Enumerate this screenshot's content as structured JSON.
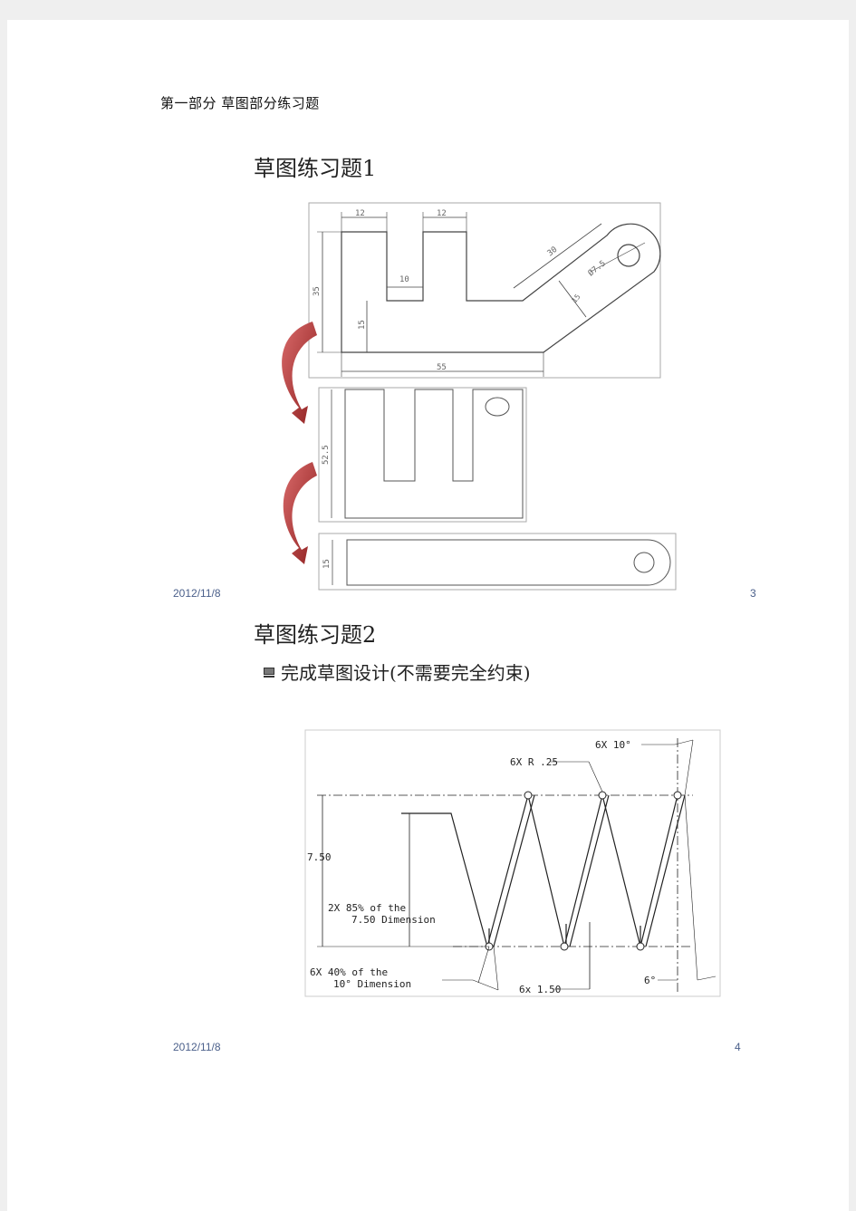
{
  "part_heading": "第一部分    草图部分练习题",
  "slide1": {
    "title": "草图练习题1",
    "dims": {
      "top_left_width": "12",
      "top_right_width": "12",
      "angled_length": "30",
      "hole_diameter": "Ø7.5",
      "arm_width": "15",
      "total_height": "35",
      "slot_width": "10",
      "inner_height": "15",
      "total_width": "55",
      "front_height": "52.5",
      "side_height": "15"
    },
    "footer_date": "2012/11/8",
    "page_number": "3"
  },
  "slide2": {
    "title": "草图练习题2",
    "bullet": "完成草图设计(不需要完全约束)",
    "dims": {
      "angle_top": "6X 10°",
      "radius": "6X R .25",
      "height": "7.50",
      "pct_line1": "2X 85% of the",
      "pct_line2": "7.50 Dimension",
      "pct40_line1": "6X 40% of the",
      "pct40_line2": "10° Dimension",
      "spacing": "6x 1.50",
      "angle_bottom": "6°"
    },
    "footer_date": "2012/11/8",
    "page_number": "4"
  }
}
